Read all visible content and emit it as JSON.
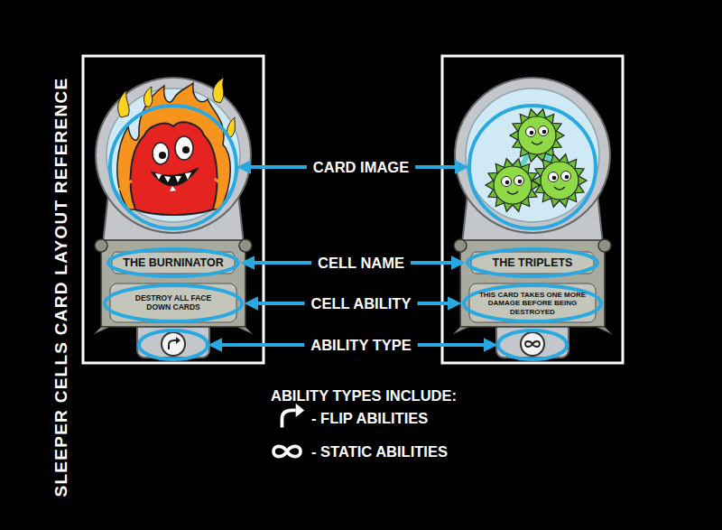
{
  "diagram": {
    "title": "SLEEPER CELLS CARD LAYOUT REFERENCE",
    "nodes": [
      {
        "text": [
          "THE BURNINATOR"
        ]
      },
      {
        "text": [
          "DESTROY ALL FACE DOWN CARDS"
        ]
      },
      {
        "text": [
          "THE TRIPLETS"
        ]
      },
      {
        "text": [
          "THIS CARD TAKES ONE MORE DAMAGE BEFORE BEING DESTROYED"
        ]
      }
    ],
    "labels": [
      "CARD IMAGE",
      "CELL NAME",
      "CELL ABILITY",
      "ABILITY TYPE",
      "ABILITY TYPES INCLUDE:"
    ],
    "legend": [
      {
        "text": "- FLIP ABILITIES"
      },
      {
        "text": "- STATIC ABILITIES"
      }
    ]
  }
}
